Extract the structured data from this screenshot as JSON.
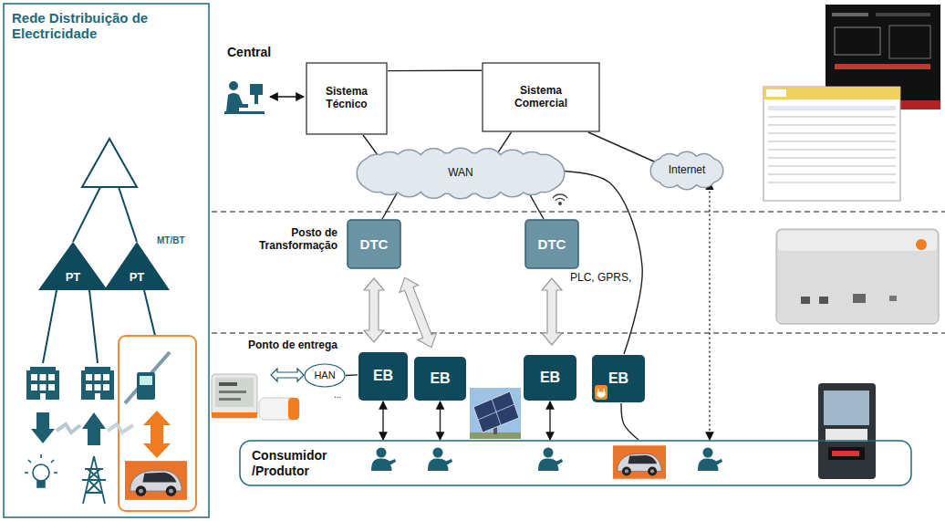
{
  "diagram": {
    "nodes": [
      {
        "text": [
          "Rede Distribuição de Electricidade"
        ]
      },
      {
        "text": [
          "PT"
        ],
        "in": 0
      },
      {
        "text": [
          "PT"
        ],
        "in": 0
      },
      {
        "text": [
          "Sistema Técnico"
        ]
      },
      {
        "text": [
          "Sistema Comercial"
        ]
      },
      {
        "text": [
          "WAN"
        ]
      },
      {
        "text": [
          "Internet"
        ]
      },
      {
        "text": [
          "DTC"
        ]
      },
      {
        "text": [
          "DTC"
        ]
      },
      {
        "text": [
          "HAN"
        ]
      },
      {
        "text": [
          "EB"
        ]
      },
      {
        "text": [
          "EB"
        ]
      },
      {
        "text": [
          "EB"
        ]
      },
      {
        "text": [
          "EB"
        ]
      },
      {
        "text": [
          "Consumidor /Produtor"
        ]
      }
    ],
    "edges": [
      {
        "from": 3,
        "to": 4,
        "arrow": "none"
      },
      {
        "from": 3,
        "to": 5,
        "arrow": "none"
      },
      {
        "from": 4,
        "to": 5,
        "arrow": "none"
      },
      {
        "from": 4,
        "to": 6,
        "arrow": "none"
      },
      {
        "from": 5,
        "to": 7,
        "arrow": "none"
      },
      {
        "from": 5,
        "to": 8,
        "arrow": "none"
      },
      {
        "from": 7,
        "to": 10,
        "arrow": "both"
      },
      {
        "from": 7,
        "to": 11,
        "arrow": "both"
      },
      {
        "from": 8,
        "to": 12,
        "arrow": "both"
      },
      {
        "from": 9,
        "to": 10,
        "arrow": "none"
      },
      {
        "from": 5,
        "to": 13,
        "arrow": "none"
      },
      {
        "from": 10,
        "to": 14,
        "arrow": "both"
      },
      {
        "from": 11,
        "to": 14,
        "arrow": "both"
      },
      {
        "from": 12,
        "to": 14,
        "arrow": "both"
      },
      {
        "from": 13,
        "to": 14,
        "arrow": "none"
      },
      {
        "from": 6,
        "to": 14,
        "arrow": "both"
      }
    ],
    "labels": [
      "Central",
      "Posto de Transformação",
      "Ponto de entrega",
      "MT/BT",
      "PLC, GPRS,",
      "..."
    ]
  }
}
